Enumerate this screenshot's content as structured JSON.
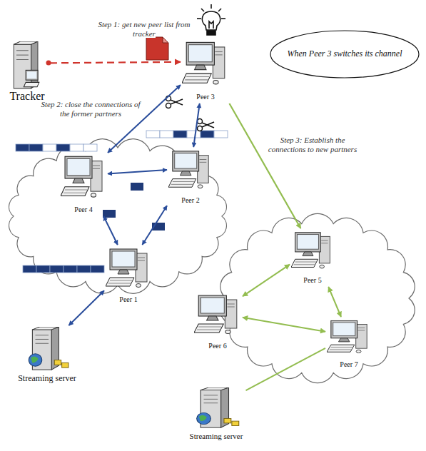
{
  "diagram": {
    "nodes": [
      {
        "text": [
          "Peer 3"
        ]
      },
      {
        "text": [
          "When Peer 3 switches its channel"
        ]
      },
      {
        "text": [
          "Tracker"
        ]
      },
      {
        "text": [
          "Peer 4"
        ]
      },
      {
        "text": [
          "Peer 2"
        ]
      },
      {
        "text": [
          "Peer 5"
        ]
      },
      {
        "text": [
          "Peer 1"
        ]
      },
      {
        "text": [
          "Peer 6"
        ]
      },
      {
        "text": [
          "Peer 7"
        ]
      },
      {
        "text": [
          "Streaming server"
        ]
      },
      {
        "text": [
          "Streaming server"
        ]
      }
    ],
    "edges": [
      {
        "from": 2,
        "to": 0,
        "arrow": "to"
      },
      {
        "from": 0,
        "to": 3,
        "arrow": "both"
      },
      {
        "from": 4,
        "to": 0,
        "arrow": "both"
      },
      {
        "from": 3,
        "to": 4,
        "arrow": "both"
      },
      {
        "from": 3,
        "to": 6,
        "arrow": "both"
      },
      {
        "from": 4,
        "to": 6,
        "arrow": "both"
      },
      {
        "from": 9,
        "to": 6,
        "arrow": "both"
      },
      {
        "from": 0,
        "to": 5,
        "arrow": "to"
      },
      {
        "from": 5,
        "to": 7,
        "arrow": "both"
      },
      {
        "from": 5,
        "to": 8,
        "arrow": "both"
      },
      {
        "from": 7,
        "to": 8,
        "arrow": "both"
      },
      {
        "from": 10,
        "to": 8,
        "arrow": "none"
      }
    ],
    "labels": [
      "Step 1: get new peer list from tracker",
      "Step 2: close the connections of the former partners",
      "Step 3: Establish the connections to new partners"
    ]
  }
}
